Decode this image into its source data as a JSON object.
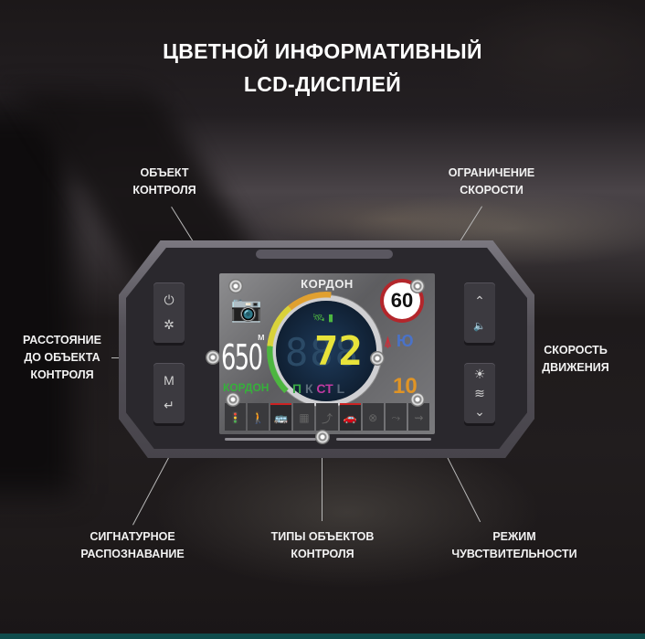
{
  "title": {
    "line1": "ЦВЕТНОЙ ИНФОРМАТИВНЫЙ",
    "line2": "LCD-ДИСПЛЕЙ"
  },
  "callouts": {
    "object": {
      "line1": "ОБЪЕКТ",
      "line2": "КОНТРОЛЯ"
    },
    "speed_limit": {
      "line1": "ОГРАНИЧЕНИЕ",
      "line2": "СКОРОСТИ"
    },
    "distance": {
      "line1": "РАССТОЯНИЕ",
      "line2": "ДО ОБЪЕКТА",
      "line3": "КОНТРОЛЯ"
    },
    "speed": {
      "line1": "СКОРОСТЬ",
      "line2": "ДВИЖЕНИЯ"
    },
    "signature": {
      "line1": "СИГНАТУРНОЕ",
      "line2": "РАСПОЗНАВАНИЕ"
    },
    "types": {
      "line1": "ТИПЫ ОБЪЕКТОВ",
      "line2": "КОНТРОЛЯ"
    },
    "sensitivity": {
      "line1": "РЕЖИМ",
      "line2": "ЧУВСТВИТЕЛЬНОСТИ"
    }
  },
  "device": {
    "left_buttons": [
      {
        "top": "⏻",
        "bottom": "✲"
      },
      {
        "top": "M",
        "bottom": "↵"
      }
    ],
    "right_buttons": [
      {
        "top": "⌃",
        "bottom": "🔈"
      },
      {
        "top": "☀",
        "mid": "≋",
        "bottom": "⌄"
      }
    ]
  },
  "screen": {
    "radar_name": "КОРДОН",
    "camera_icon": "📷",
    "distance_unit": "м",
    "distance": "650",
    "signature_name": "КОРДОН",
    "speed_ghost": "888",
    "speed": "72",
    "gps_icons": "🛰 ▮",
    "modes": [
      {
        "t": "П",
        "c": "#3aa845"
      },
      {
        "t": "К",
        "c": "#5a6a7a"
      },
      {
        "t": "СТ",
        "c": "#c03aa0"
      },
      {
        "t": "L",
        "c": "#5a6a7a"
      }
    ],
    "speed_limit": "60",
    "compass_icon": "⍋",
    "compass_dir": "Ю",
    "sensitivity": "10",
    "object_types": [
      {
        "icon": "🚦",
        "on": false
      },
      {
        "icon": "🚶",
        "on": false
      },
      {
        "icon": "🚌",
        "on": true
      },
      {
        "icon": "▦",
        "on": false
      },
      {
        "icon": "⤴",
        "on": false
      },
      {
        "icon": "🚗",
        "on": true
      },
      {
        "icon": "⊗",
        "on": false
      },
      {
        "icon": "⤳",
        "on": false
      },
      {
        "icon": "⇝",
        "on": false
      }
    ]
  }
}
